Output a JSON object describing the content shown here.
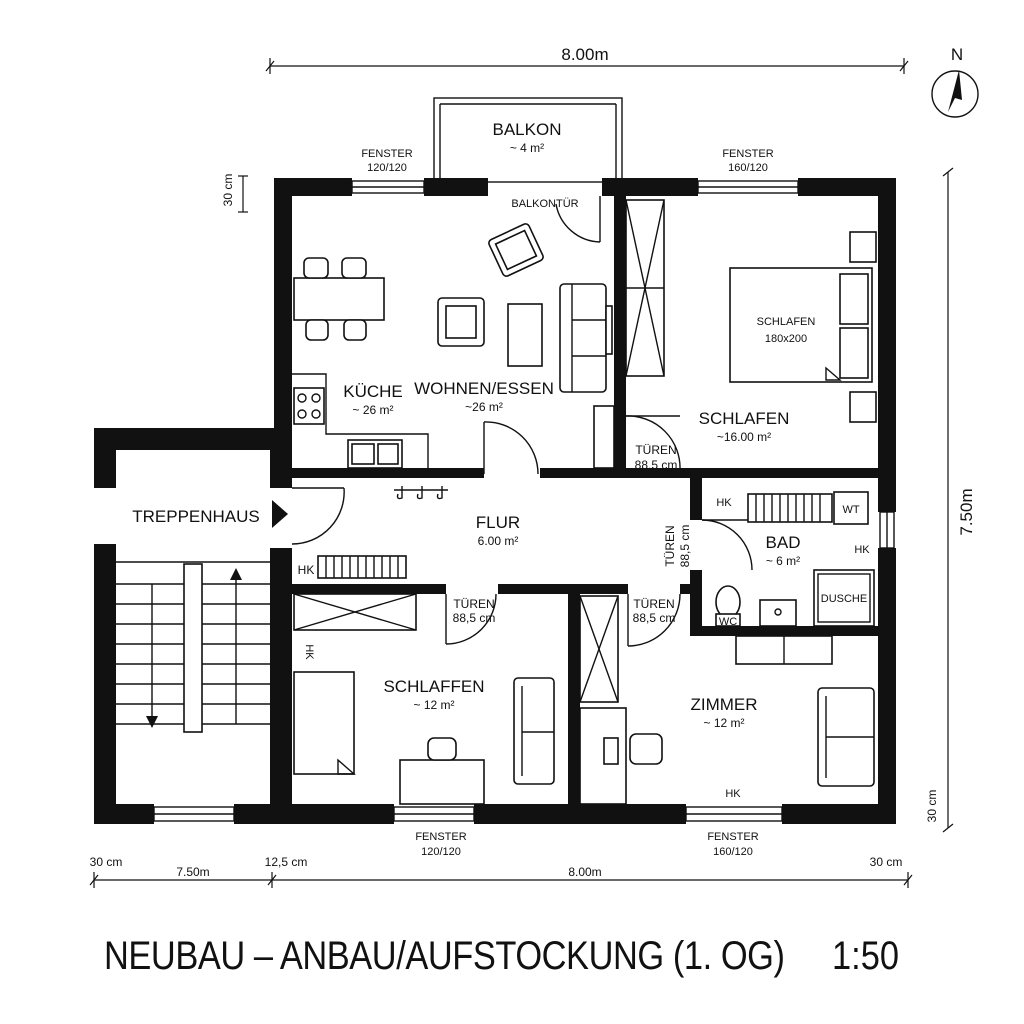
{
  "title": "NEUBAU – ANBAU/AUFSTOCKUNG (1. OG)",
  "scale": "1:50",
  "north": "N",
  "dimensions": {
    "top_width": "8.00m",
    "bottom_width": "8.00m",
    "right_height": "7.50m",
    "left_wall_top": "30 cm",
    "right_wall_bottom": "30 cm",
    "bottom_left_wall": "30 cm",
    "bottom_stair": "7.50m",
    "bottom_gap": "12,5 cm",
    "bottom_right_wall": "30 cm"
  },
  "rooms": {
    "balkon": {
      "name": "BALKON",
      "area": "~ 4 m²"
    },
    "kueche": {
      "name": "KÜCHE",
      "area": "~ 26 m²"
    },
    "wohnen": {
      "name": "WOHNEN/ESSEN",
      "area": "~26 m²"
    },
    "schlafen": {
      "name": "SCHLAFEN",
      "area": "~16.00 m²"
    },
    "flur": {
      "name": "FLUR",
      "area": "6.00 m²"
    },
    "bad": {
      "name": "BAD",
      "area": "~ 6 m²"
    },
    "schlaffen": {
      "name": "SCHLAFFEN",
      "area": "~ 12 m²"
    },
    "zimmer": {
      "name": "ZIMMER",
      "area": "~ 12 m²"
    },
    "treppenhaus": {
      "name": "TREPPENHAUS"
    }
  },
  "labels": {
    "balkontuer": "BALKONTÜR",
    "bed": "SCHLAFEN",
    "bed_size": "180x200",
    "wt": "WT",
    "wc": "WC",
    "dusche": "DUSCHE",
    "hk": "HK"
  },
  "doors": {
    "d1": {
      "name": "TÜREN",
      "size": "88,5 cm"
    },
    "d2": {
      "name": "TÜREN",
      "size": "88,5 cm"
    },
    "d3": {
      "name": "TÜREN",
      "size": "88,5 cm"
    },
    "d4": {
      "name": "TÜREN",
      "size": "88,5 cm"
    }
  },
  "windows": {
    "top_left": {
      "name": "FENSTER",
      "size": "120/120"
    },
    "top_right": {
      "name": "FENSTER",
      "size": "160/120"
    },
    "bottom_left": {
      "name": "FENSTER",
      "size": "120/120"
    },
    "bottom_right": {
      "name": "FENSTER",
      "size": "160/120"
    }
  }
}
